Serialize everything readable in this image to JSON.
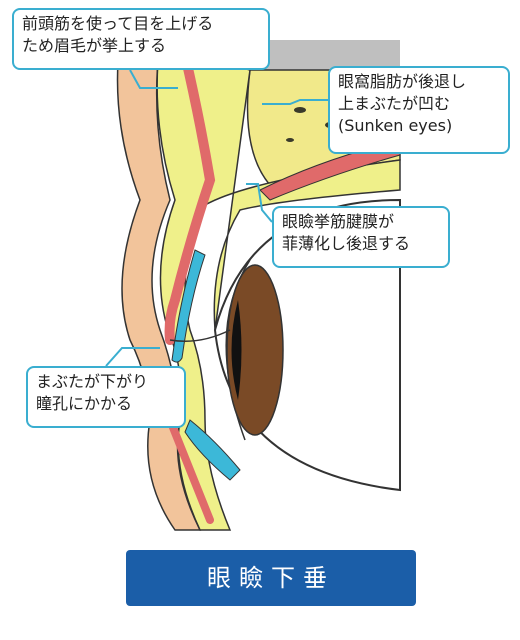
{
  "callouts": {
    "brow": {
      "line1": "前頭筋を使って目を上げる",
      "line2": "ため眉毛が挙上する"
    },
    "orbital_fat": {
      "line1": "眼窩脂肪が後退し",
      "line2": "上まぶたが凹む",
      "line3": "(Sunken eyes)"
    },
    "tendon": {
      "line1": "眼瞼挙筋腱膜が",
      "line2": "菲薄化し後退する"
    },
    "ptosis": {
      "line1": "まぶたが下がり",
      "line2": "瞳孔にかかる"
    }
  },
  "title": "眼瞼下垂",
  "colors": {
    "callout_border": "#3aaed0",
    "title_bg": "#1b5ea8",
    "skin_yellow": "#eff08a",
    "muscle_red": "#e06a6a",
    "tendon_blue": "#3cb8d8",
    "iris_brown": "#7a4a26"
  }
}
